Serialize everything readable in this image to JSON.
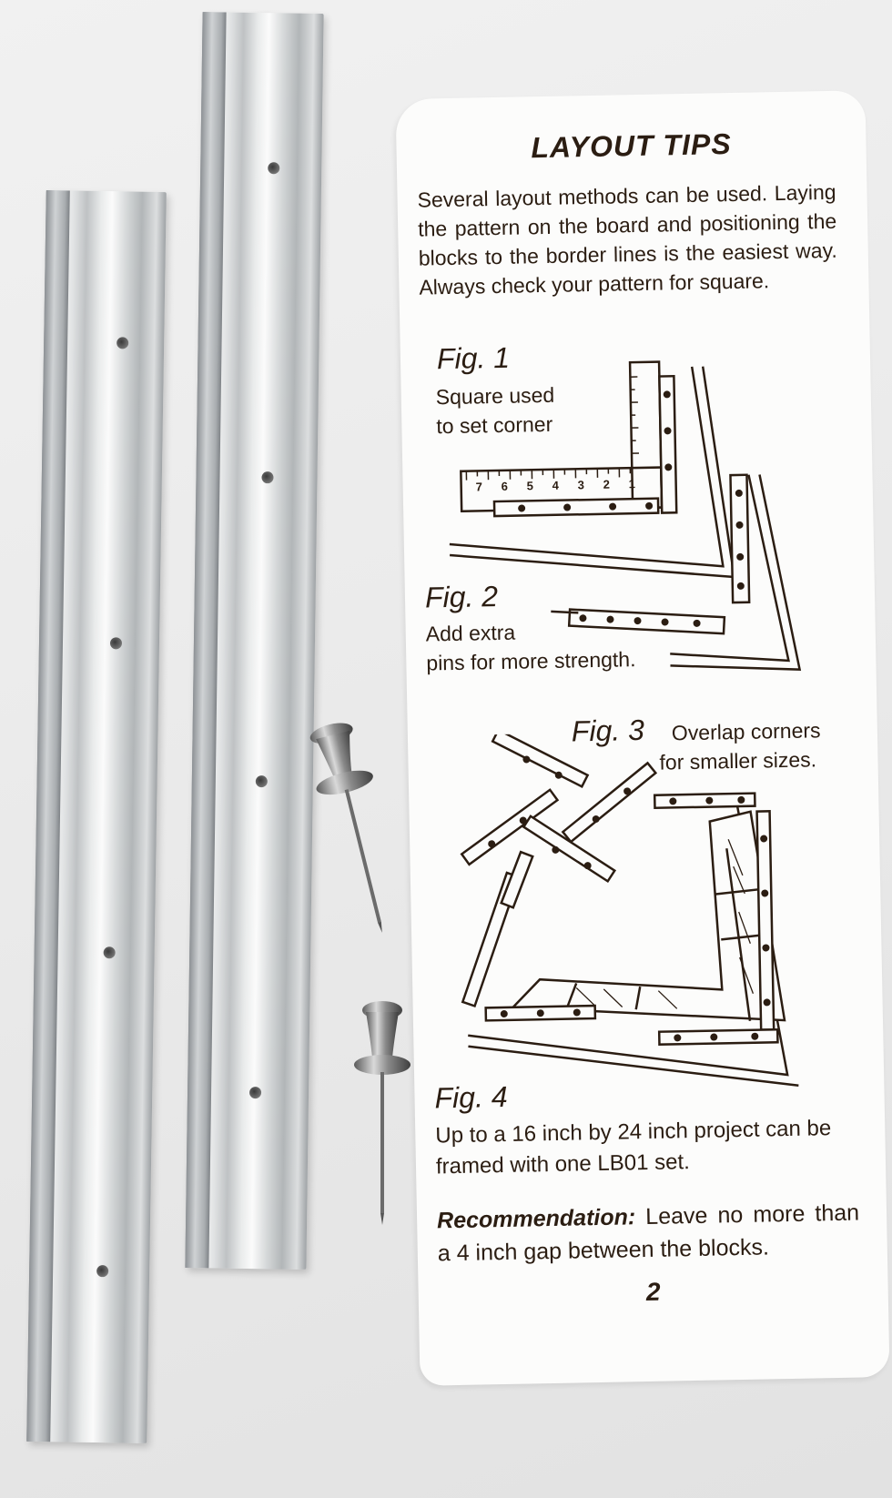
{
  "card": {
    "title": "LAYOUT TIPS",
    "intro": "Several layout methods can be used. Laying the pattern on the board and positioning the blocks to the border lines is the easiest way. Always check your pattern for square.",
    "fig1": {
      "label": "Fig. 1",
      "caption_line1": "Square used",
      "caption_line2": "to set corner"
    },
    "fig2": {
      "label": "Fig. 2",
      "caption_line1": "Add extra",
      "caption_line2": "pins for more strength."
    },
    "fig3": {
      "label": "Fig. 3",
      "caption_line1": "Overlap corners",
      "caption_line2": "for smaller sizes."
    },
    "fig4": {
      "label": "Fig. 4",
      "caption_line1": "Up to a 16 inch by 24 inch project can be",
      "caption_line2": "framed with one LB01 set."
    },
    "recommendation_label": "Recommendation:",
    "recommendation_text": " Leave no more than a 4 inch gap between the blocks.",
    "page_number": "2",
    "ruler_numbers": [
      "7",
      "6",
      "5",
      "4",
      "3",
      "2",
      "1"
    ]
  },
  "colors": {
    "ink": "#2b1d12",
    "card": "#fcfcfb",
    "background": "#ececec",
    "aluminum": "#d9dbdc"
  }
}
